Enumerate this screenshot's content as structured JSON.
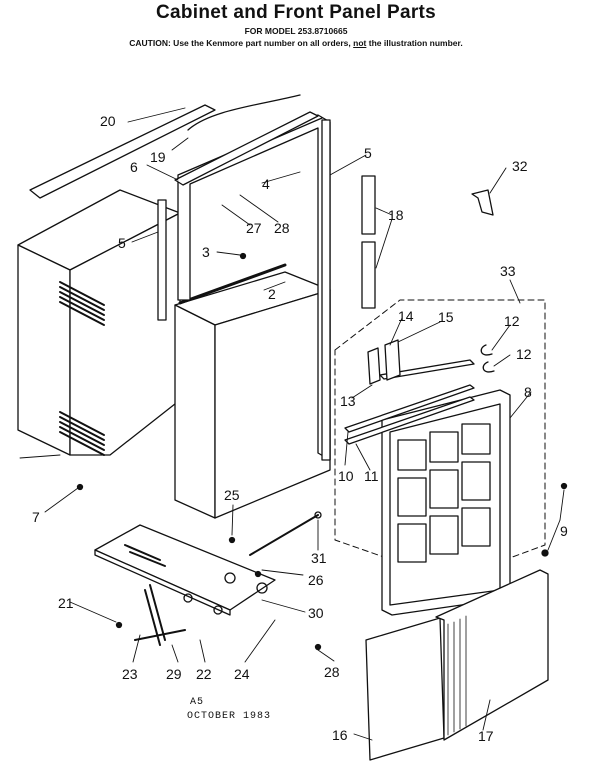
{
  "header": {
    "title": "Cabinet and Front Panel Parts",
    "model": "FOR MODEL 253.8710665",
    "caution_prefix": "CAUTION: Use the Kenmore part number on all orders,",
    "caution_not": "not",
    "caution_suffix": "the illustration number."
  },
  "callouts": [
    "20",
    "19",
    "6",
    "5",
    "4",
    "27",
    "28",
    "3",
    "2",
    "5",
    "32",
    "18",
    "33",
    "14",
    "15",
    "12",
    "12",
    "13",
    "8",
    "10",
    "11",
    "9",
    "7",
    "25",
    "31",
    "26",
    "21",
    "30",
    "23",
    "29",
    "22",
    "24",
    "28",
    "16",
    "17"
  ],
  "footer": {
    "line1": "A5",
    "line2": "OCTOBER 1983"
  }
}
